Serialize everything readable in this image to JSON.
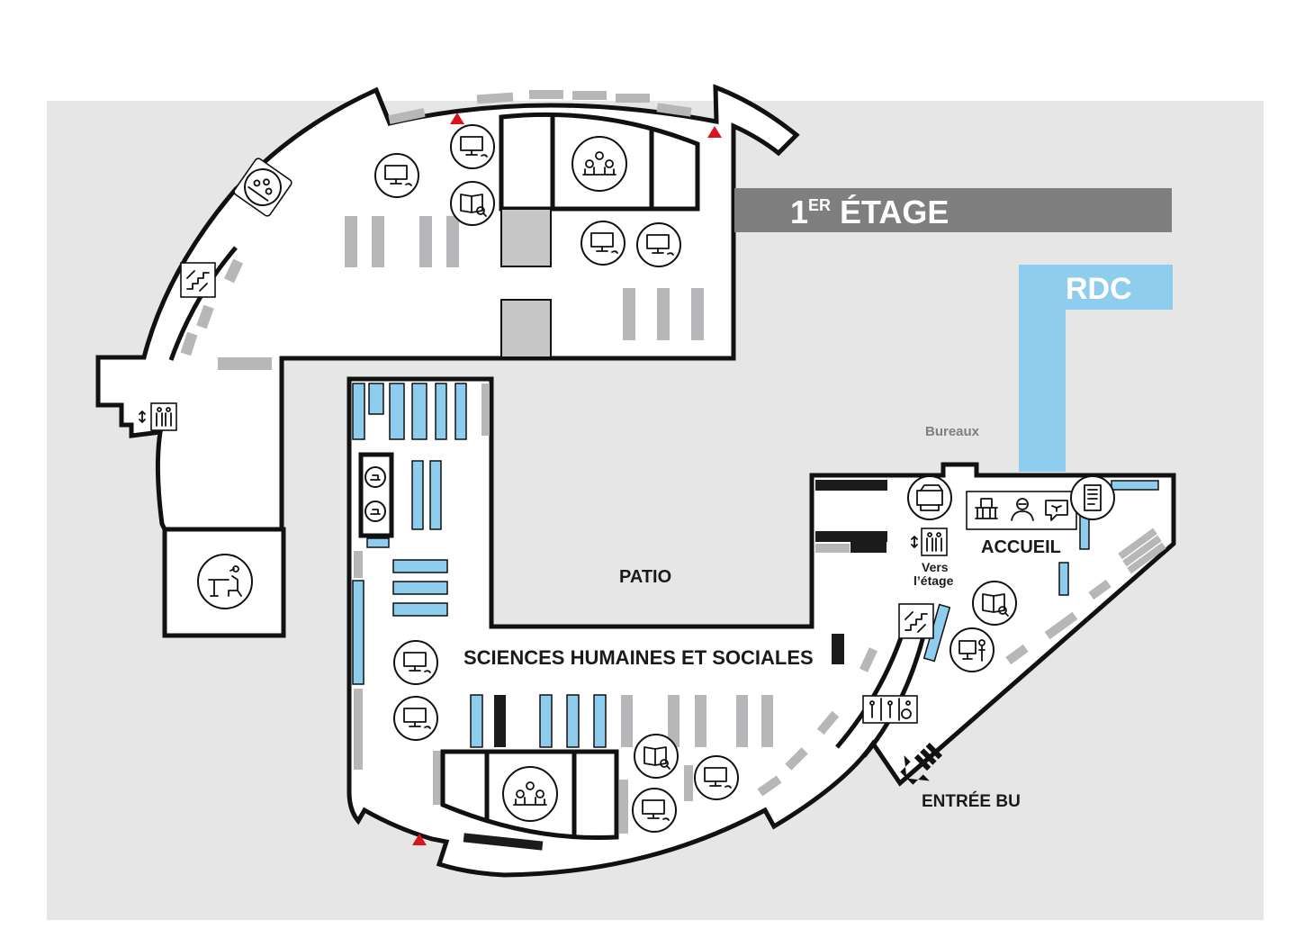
{
  "colors": {
    "background": "#e6e6e7",
    "wall": "#111111",
    "floor": "#ffffff",
    "shelf_grey": "#b7b7b9",
    "shelf_blue": "#8fcdee",
    "banner_grey": "#7f7f80",
    "banner_blue": "#8fcdee",
    "exit_marker": "#d9141c"
  },
  "legend_banners": {
    "first_floor": {
      "main": "1",
      "superscript": "ER",
      "rest": " ÉTAGE",
      "color": "#7f7f80"
    },
    "ground_floor": {
      "label": "RDC",
      "color": "#8fcdee"
    }
  },
  "area_labels": {
    "patio": "PATIO",
    "social_sciences": "SCIENCES HUMAINES ET SOCIALES",
    "reception": "ACCUEIL",
    "offices": "Bureaux",
    "to_floor_line1": "Vers",
    "to_floor_line2": "l’étage",
    "entrance": "ENTRÉE BU"
  },
  "icons": [
    "group-work-icon",
    "computer-wifi-icon",
    "book-search-icon",
    "stairs-icon",
    "elevator-icon",
    "study-desk-icon",
    "printer-icon",
    "library-building-icon",
    "librarian-icon",
    "help-chat-icon",
    "vending-machine-icon",
    "presentation-icon",
    "restroom-icon",
    "entrance-arrow-icon",
    "emergency-exit-marker"
  ]
}
